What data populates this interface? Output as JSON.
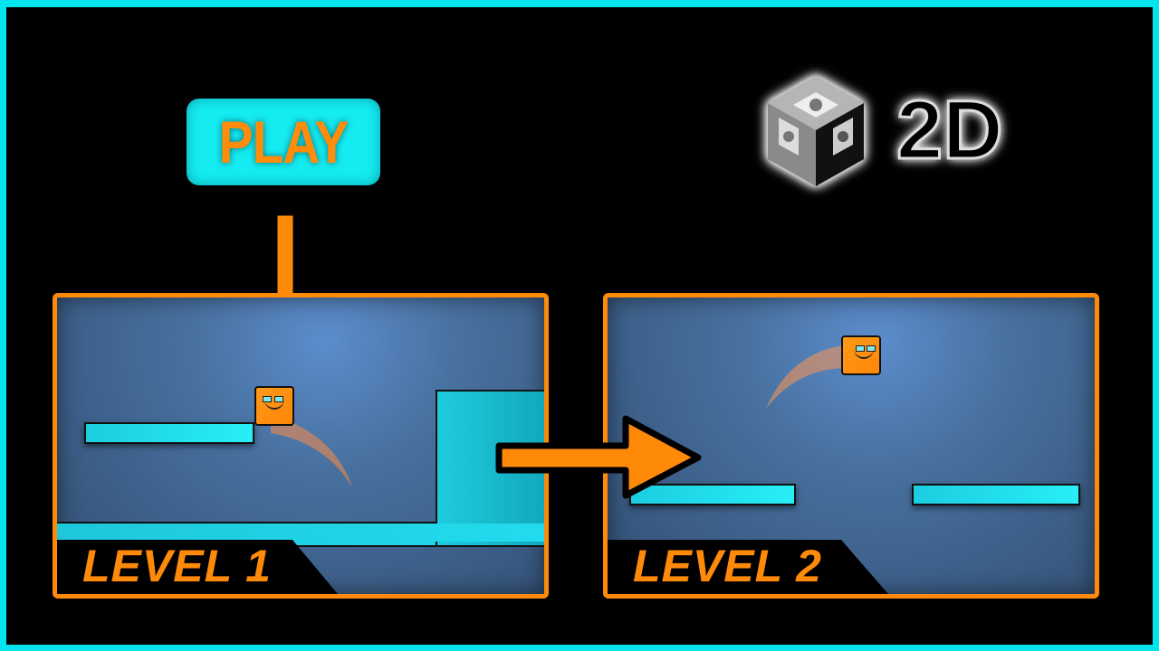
{
  "play_button": {
    "label": "PLAY"
  },
  "branding": {
    "logo": "unity-cube-logo",
    "label": "2D"
  },
  "levels": [
    {
      "label": "LEVEL 1"
    },
    {
      "label": "LEVEL 2"
    }
  ],
  "arrows": [
    {
      "name": "down-arrow",
      "direction": "down"
    },
    {
      "name": "right-arrow",
      "direction": "right"
    }
  ],
  "colors": {
    "border_cyan": "#00e5ee",
    "accent_orange": "#ff8a0a",
    "platform_cyan": "#1ccde0",
    "level_bg_blue": "#48719f",
    "background": "#000000"
  }
}
